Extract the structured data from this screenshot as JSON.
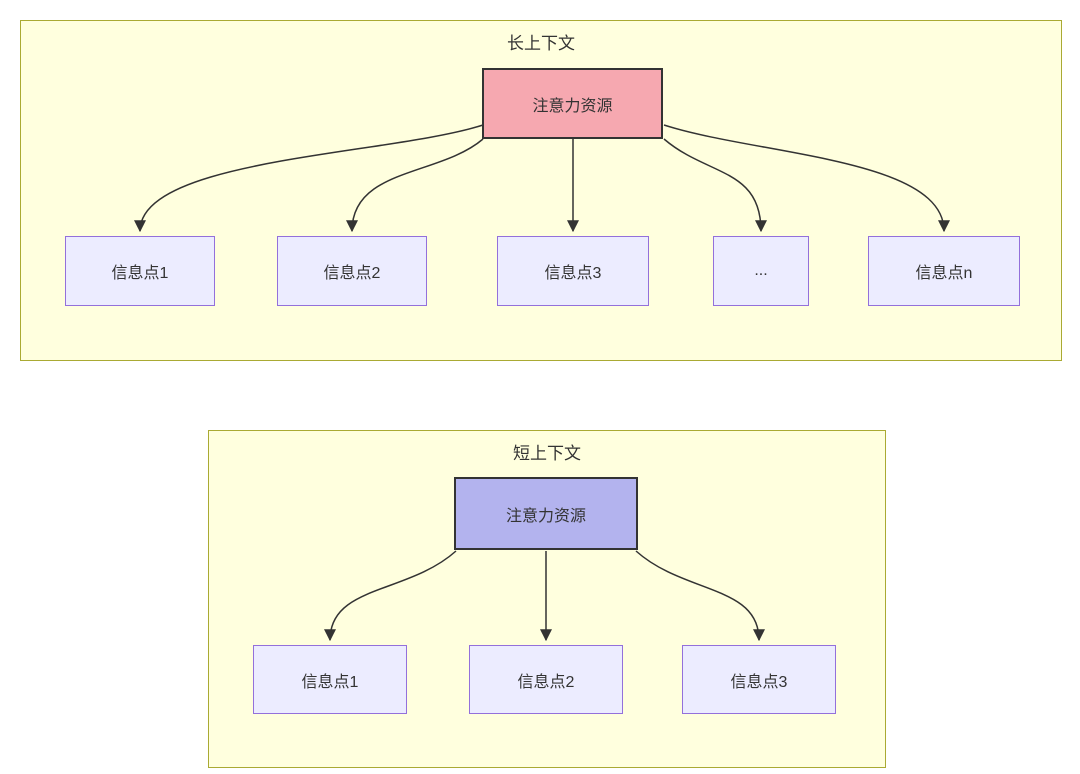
{
  "diagram": {
    "type": "flowchart",
    "panels": [
      {
        "title": "长上下文",
        "root": {
          "label": "注意力资源"
        },
        "nodes": [
          {
            "label": "信息点1"
          },
          {
            "label": "信息点2"
          },
          {
            "label": "信息点3"
          },
          {
            "label": "..."
          },
          {
            "label": "信息点n"
          }
        ]
      },
      {
        "title": "短上下文",
        "root": {
          "label": "注意力资源"
        },
        "nodes": [
          {
            "label": "信息点1"
          },
          {
            "label": "信息点2"
          },
          {
            "label": "信息点3"
          }
        ]
      }
    ],
    "colors": {
      "background": "#ffffff",
      "panel_fill": "#ffffde",
      "panel_border": "#aaaa33",
      "info_node_fill": "#ececff",
      "info_node_border": "#9370db",
      "long_root_fill": "#f6a8b0",
      "short_root_fill": "#b3b3ee",
      "root_border": "#333333",
      "edge": "#333333",
      "text": "#333333"
    }
  }
}
